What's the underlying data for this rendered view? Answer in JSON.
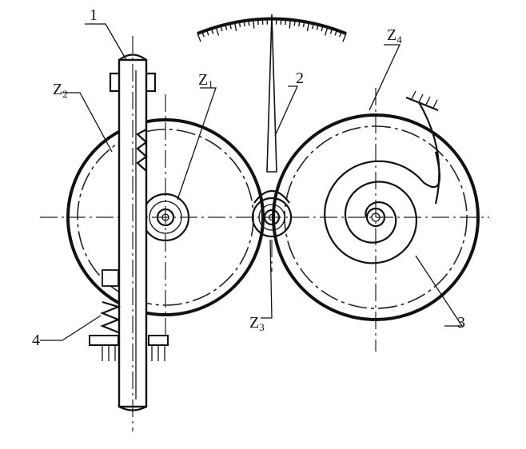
{
  "labels": {
    "rack": "1",
    "pointer": "2",
    "hairspring": "3",
    "spring": "4",
    "z1": {
      "main": "Z",
      "sub": "1"
    },
    "z2": {
      "main": "Z",
      "sub": "2"
    },
    "z3": {
      "main": "Z",
      "sub": "3"
    },
    "z4": {
      "main": "Z",
      "sub": "4"
    }
  }
}
